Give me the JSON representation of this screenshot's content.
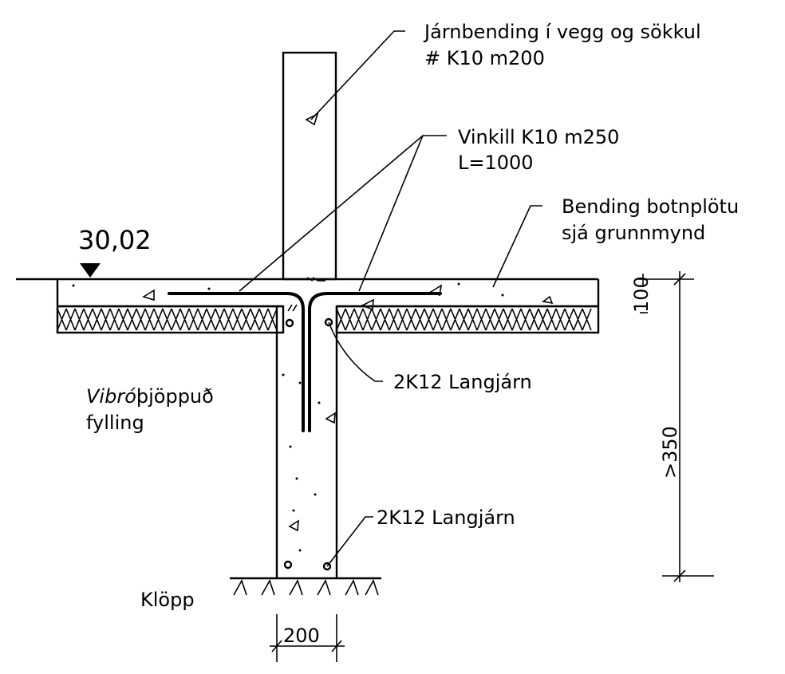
{
  "labels": {
    "wall_rebar_line1": "Járnbending í vegg og sökkul",
    "wall_rebar_line2": "# K10 m200",
    "angle_line1": "Vinkill K10 m250",
    "angle_line2": "L=1000",
    "slab_line1": "Bending botnplötu",
    "slab_line2": "sjá grunnmynd",
    "level": "30,02",
    "fill_italic": "Vibró",
    "fill_rest": "þjöppuð",
    "fill_line2": "fylling",
    "long_bar_upper": "2K12 Langjárn",
    "long_bar_lower": "2K12 Langjárn",
    "rock": "Klöpp"
  },
  "dimensions": {
    "slab_thickness": "100",
    "footing_depth": ">350",
    "footing_width": "200"
  }
}
